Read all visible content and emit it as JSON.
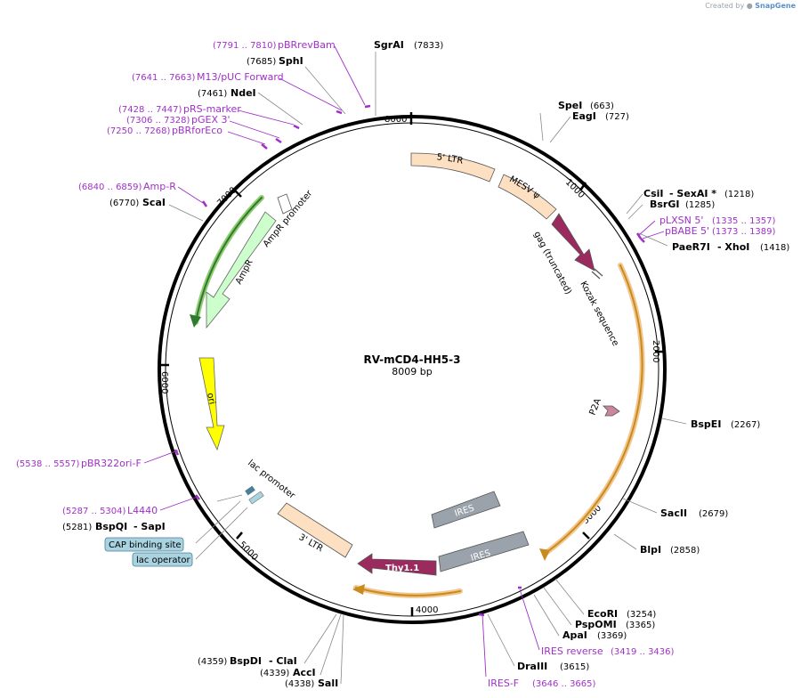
{
  "watermark": {
    "prefix": "Created by",
    "brand": "SnapGene"
  },
  "plasmid": {
    "name": "RV-mCD4-HH5-3",
    "size_label": "8009 bp",
    "length": 8009
  },
  "ticks": [
    "1000",
    "2000",
    "3000",
    "4000",
    "5000",
    "6000",
    "7000",
    "8000"
  ],
  "enzymes": [
    {
      "name": "SgrAI",
      "pos": "(7833)"
    },
    {
      "name": "SphI",
      "pos": "(7685)"
    },
    {
      "name": "NdeI",
      "pos": "(7461)"
    },
    {
      "name": "ScaI",
      "pos": "(6770)"
    },
    {
      "name": "BspQI",
      "pos": "(5281)",
      "suffix": "- SapI"
    },
    {
      "name": "BspDI",
      "pos": "(4359)",
      "suffix": "- ClaI"
    },
    {
      "name": "AccI",
      "pos": "(4339)"
    },
    {
      "name": "SalI",
      "pos": "(4338)"
    },
    {
      "name": "SpeI",
      "pos": "(663)"
    },
    {
      "name": "EagI",
      "pos": "(727)"
    },
    {
      "name": "CsiI",
      "suffix": "- SexAI *",
      "pos": "(1218)"
    },
    {
      "name": "BsrGI",
      "pos": "(1285)"
    },
    {
      "name": "PaeR7I",
      "suffix": "- XhoI",
      "pos": "(1418)"
    },
    {
      "name": "BspEI",
      "pos": "(2267)"
    },
    {
      "name": "SacII",
      "pos": "(2679)"
    },
    {
      "name": "BlpI",
      "pos": "(2858)"
    },
    {
      "name": "EcoRI",
      "pos": "(3254)"
    },
    {
      "name": "PspOMI",
      "pos": "(3365)"
    },
    {
      "name": "ApaI",
      "pos": "(3369)"
    },
    {
      "name": "DraIII",
      "pos": "(3615)"
    }
  ],
  "primers": [
    {
      "name": "pBRrevBam",
      "pos": "(7791 .. 7810)"
    },
    {
      "name": "M13/pUC Forward",
      "pos": "(7641 .. 7663)"
    },
    {
      "name": "pRS-marker",
      "pos": "(7428 .. 7447)"
    },
    {
      "name": "pGEX 3'",
      "pos": "(7306 .. 7328)"
    },
    {
      "name": "pBRforEco",
      "pos": "(7250 .. 7268)"
    },
    {
      "name": "Amp-R",
      "pos": "(6840 .. 6859)"
    },
    {
      "name": "pBR322ori-F",
      "pos": "(5538 .. 5557)"
    },
    {
      "name": "L4440",
      "pos": "(5287 .. 5304)"
    },
    {
      "name": "pLXSN 5'",
      "pos": "(1335 .. 1357)"
    },
    {
      "name": "pBABE 5'",
      "pos": "(1373 .. 1389)"
    },
    {
      "name": "IRES reverse",
      "pos": "(3419 .. 3436)"
    },
    {
      "name": "IRES-F",
      "pos": "(3646 .. 3665)"
    }
  ],
  "boxed_features": [
    "CAP binding site",
    "lac operator"
  ],
  "features": {
    "ltr5": "5' LTR",
    "mesv": "MESV ψ",
    "gag": "gag (truncated)",
    "kozak": "Kozak sequence",
    "p2a": "P2A",
    "ires_inner": "IRES",
    "ires_outer": "IRES",
    "thy": "Thy1.1",
    "ltr3": "3' LTR",
    "lac": "lac promoter",
    "ori": "ori",
    "ampr": "AmpR",
    "amprp": "AmpR promoter"
  },
  "colors": {
    "ltr": "#fde0c2",
    "mesv": "#fde0c2",
    "gag": "#9b2a5e",
    "p2a": "#c9869e",
    "ires": "#9aa3ab",
    "thy": "#9b2a5e",
    "ori": "#ffff00",
    "ampr": "#ccffcc",
    "orf": "#e8a33a",
    "primer": "#a030c8",
    "boxed": "#a9d3e0"
  }
}
